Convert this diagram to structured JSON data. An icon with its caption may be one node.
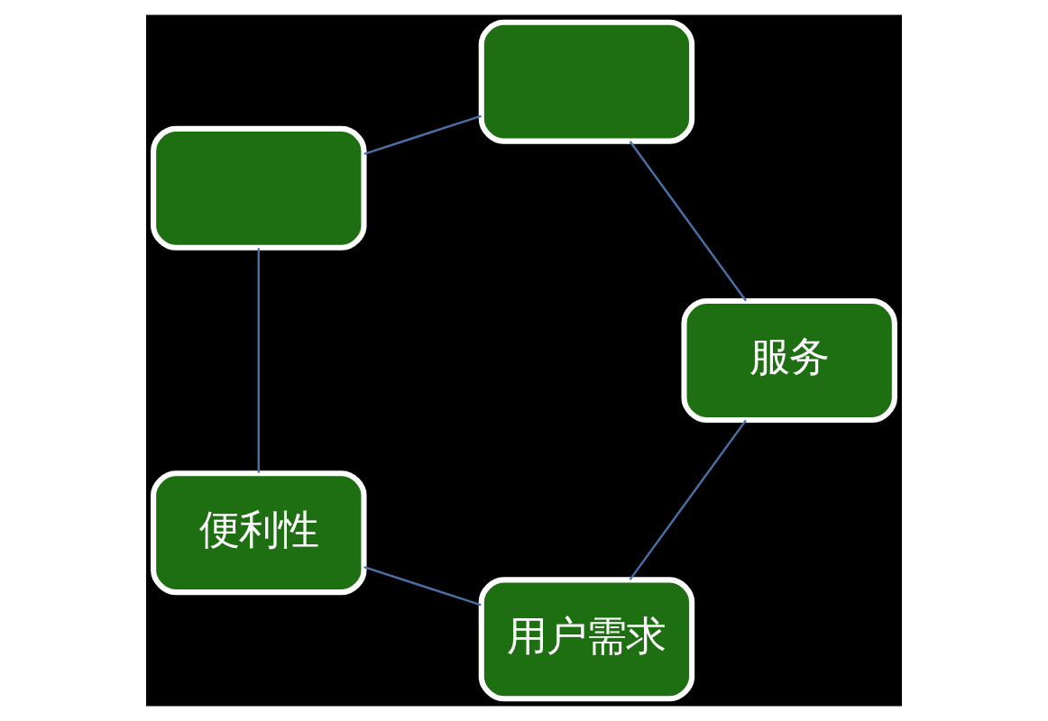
{
  "diagram": {
    "nodes": [
      {
        "text": [
          "用户需求"
        ]
      },
      {
        "text": [
          "服务"
        ]
      },
      {
        "text": [
          "便利性"
        ]
      },
      {
        "text": [],
        "shape": "box"
      },
      {
        "text": [],
        "shape": "box"
      }
    ],
    "edges": [
      {
        "from": 0,
        "to": 2,
        "arrow": "none"
      },
      {
        "from": 2,
        "to": 4,
        "arrow": "none"
      },
      {
        "from": 4,
        "to": 3,
        "arrow": "none"
      },
      {
        "from": 3,
        "to": 1,
        "arrow": "none"
      },
      {
        "from": 1,
        "to": 0,
        "arrow": "none"
      }
    ]
  }
}
